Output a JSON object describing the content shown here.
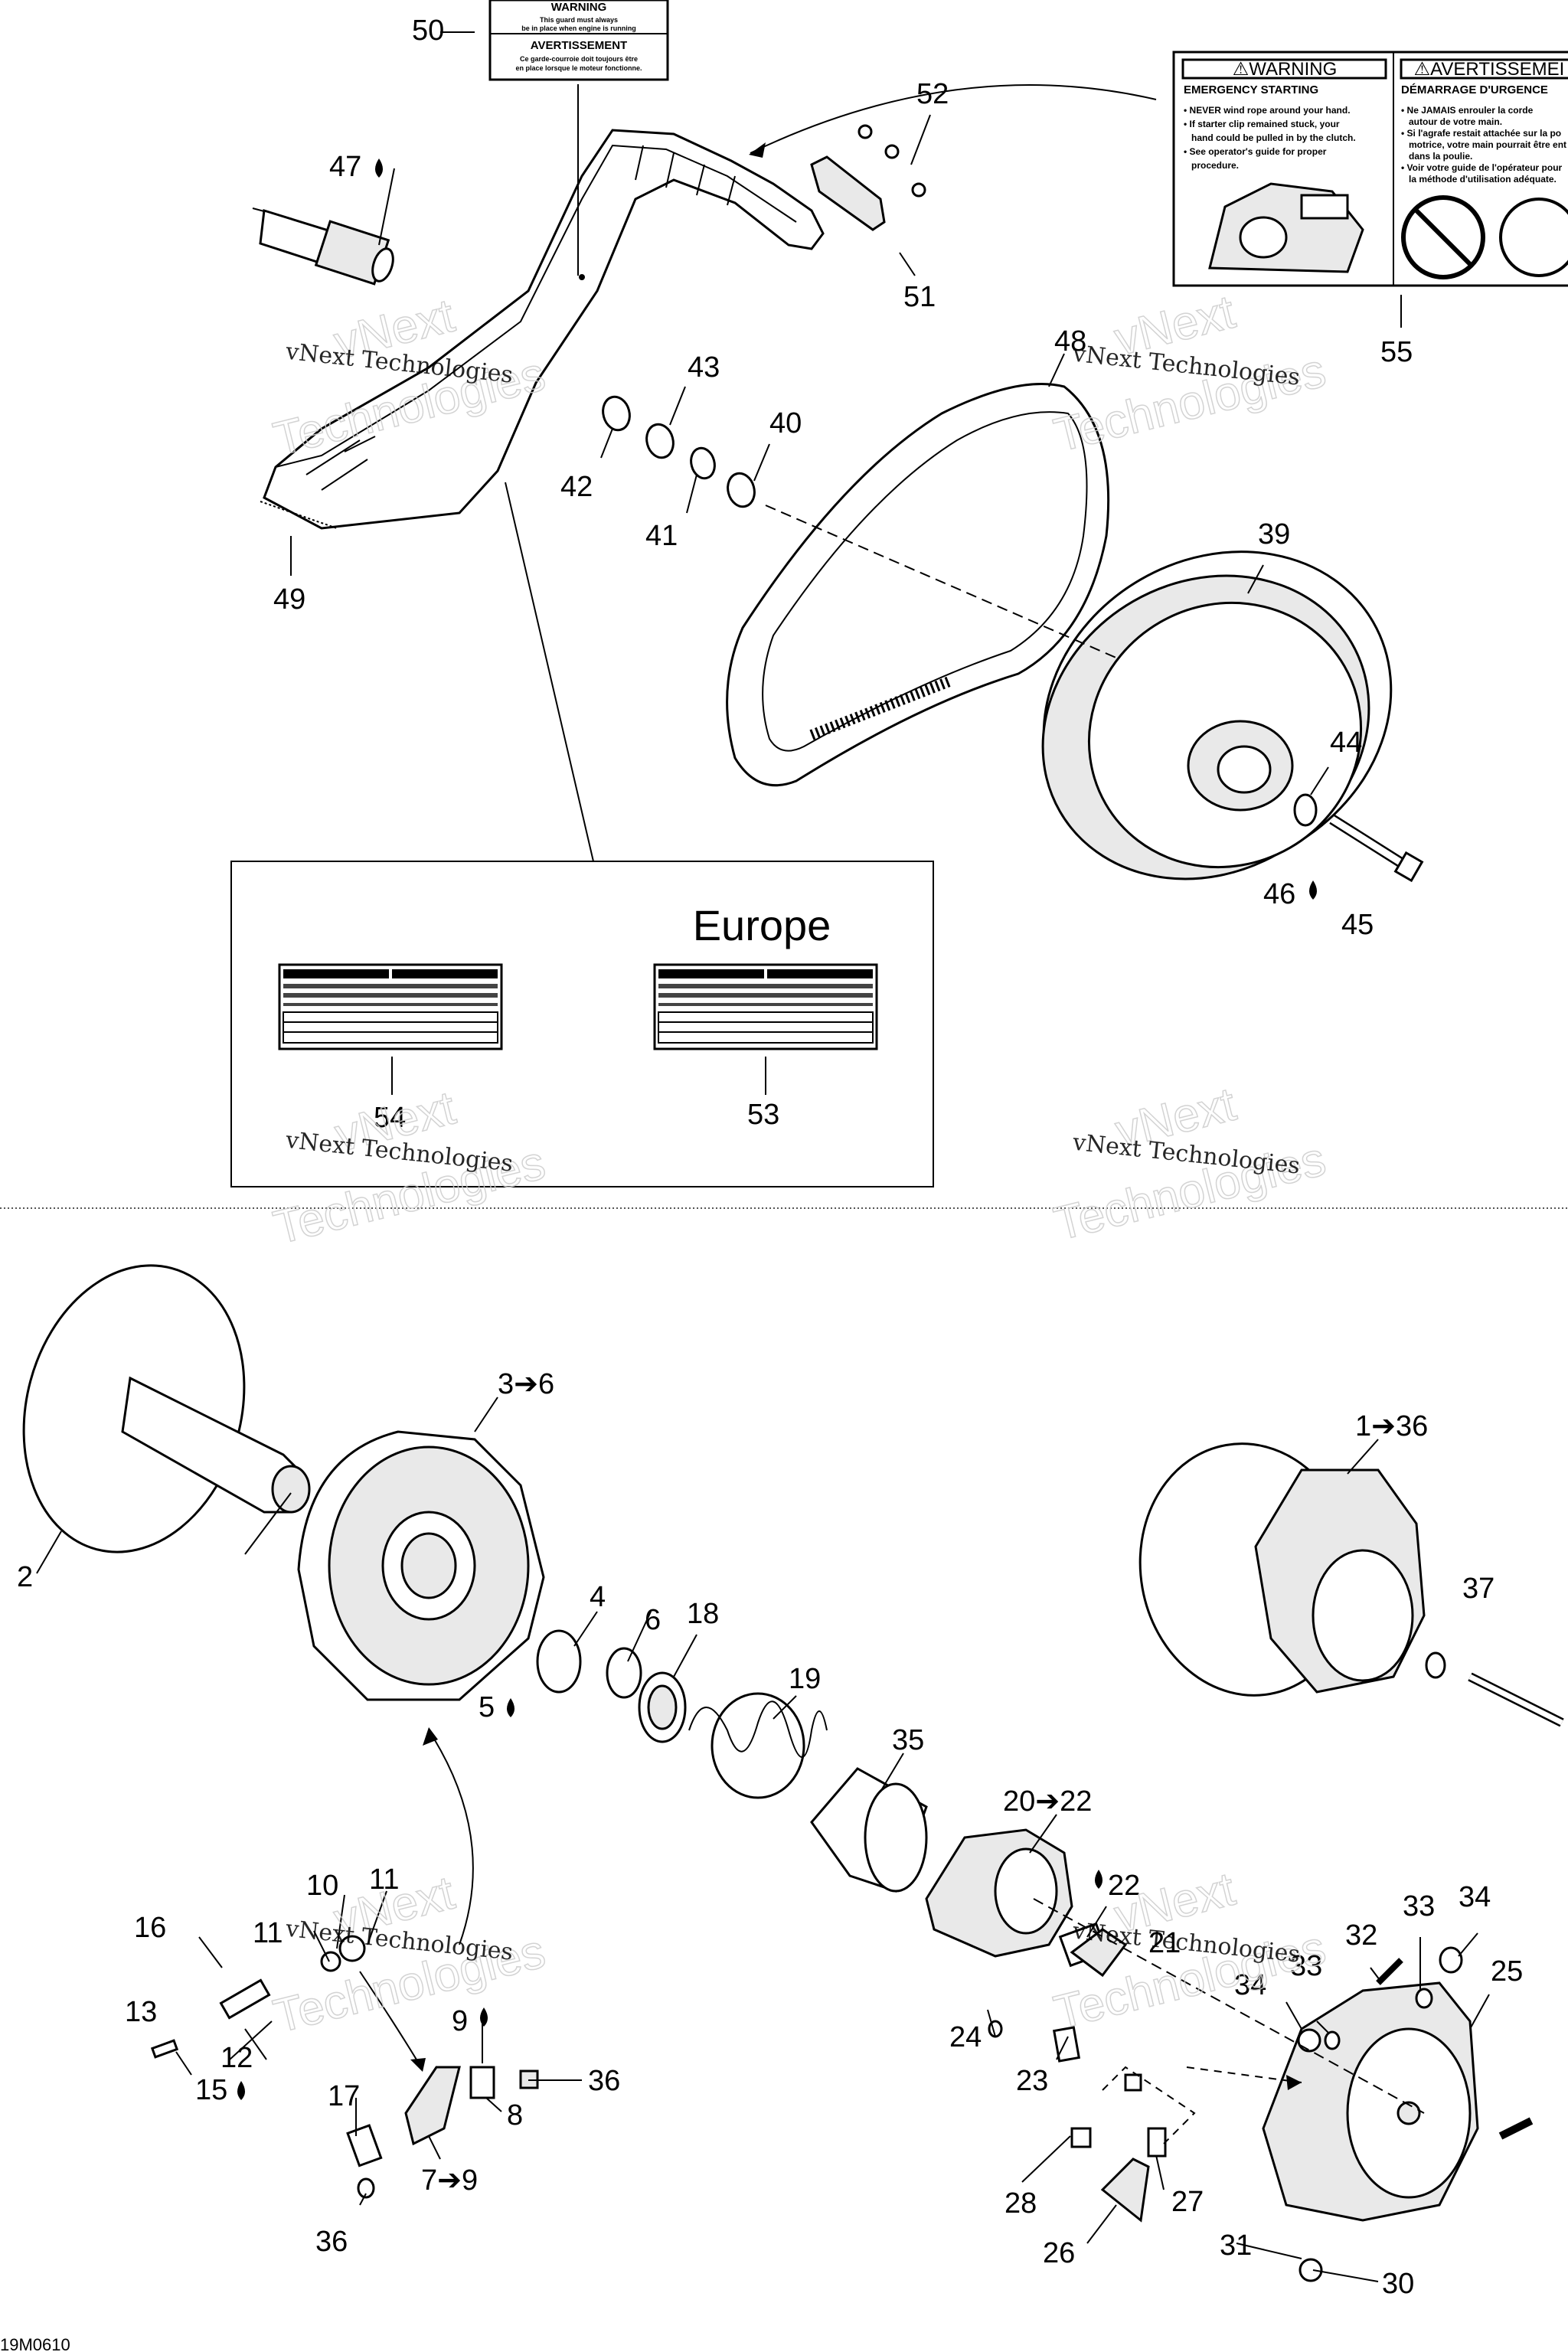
{
  "callouts": {
    "c1_36": "1➔36",
    "c2": "2",
    "c3_6": "3➔6",
    "c4": "4",
    "c5": "5",
    "c6": "6",
    "c7_9": "7➔9",
    "c8": "8",
    "c9": "9",
    "c10": "10",
    "c11a": "11",
    "c11b": "11",
    "c12": "12",
    "c13": "13",
    "c15": "15",
    "c16": "16",
    "c17": "17",
    "c18": "18",
    "c19": "19",
    "c20_22": "20➔22",
    "c21": "21",
    "c22": "22",
    "c23": "23",
    "c24": "24",
    "c25": "25",
    "c26": "26",
    "c27": "27",
    "c28": "28",
    "c30": "30",
    "c31": "31",
    "c32": "32",
    "c33a": "33",
    "c33b": "33",
    "c34a": "34",
    "c34b": "34",
    "c35": "35",
    "c36a": "36",
    "c36b": "36",
    "c37": "37",
    "c39": "39",
    "c40": "40",
    "c41": "41",
    "c42": "42",
    "c43": "43",
    "c44": "44",
    "c45": "45",
    "c46": "46",
    "c47": "47",
    "c48": "48",
    "c49": "49",
    "c50": "50",
    "c51": "51",
    "c52": "52",
    "c53": "53",
    "c54": "54",
    "c55": "55"
  },
  "inset": {
    "title": "Europe"
  },
  "labels": {
    "warning_small": "WARNING",
    "warning_small_line1": "This guard must always",
    "warning_small_line2": "be in place when engine is running",
    "avert_small": "AVERTISSEMENT",
    "avert_small_line1": "Ce garde-courroie doit toujours être",
    "avert_small_line2": "en place lorsque le moteur fonctionne.",
    "warning_big": "⚠WARNING",
    "avert_big": "⚠AVERTISSEMEI",
    "emergency": "EMERGENCY STARTING",
    "demarrage": "DÉMARRAGE D'URGENCE",
    "en_line1": "• NEVER wind rope around your hand.",
    "en_line2": "• If starter clip remained stuck, your",
    "en_line3": "hand could be pulled in by the clutch.",
    "en_line4": "• See operator's guide for proper",
    "en_line5": "procedure.",
    "fr_line1": "• Ne JAMAIS enrouler la corde",
    "fr_line2": "autour de votre main.",
    "fr_line3": "• Si l'agrafe restait attachée sur la po",
    "fr_line4": "motrice, votre main pourrait être ent",
    "fr_line5": "dans la poulie.",
    "fr_line6": "• Voir votre guide de l'opérateur pour",
    "fr_line7": "la méthode d'utilisation adéquate."
  },
  "watermarks": {
    "line1": "vNext",
    "line2": "vNext Technologies",
    "line3": "Technologies"
  },
  "footer": {
    "code": "19M0610"
  }
}
